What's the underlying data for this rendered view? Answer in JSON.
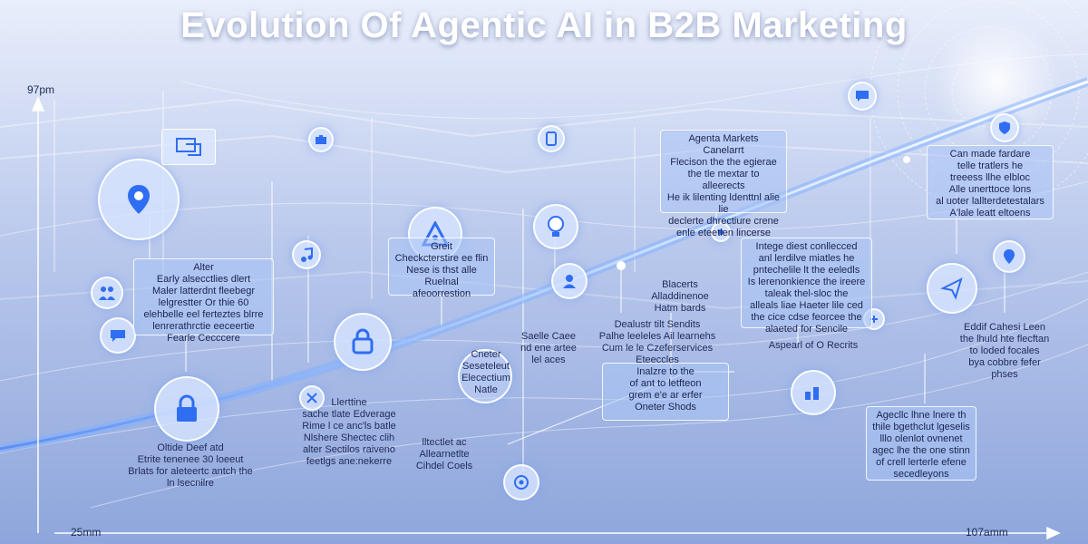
{
  "title": "Evolution Of Agentic AI in B2B Marketing",
  "axis": {
    "y_top_label": "97pm",
    "x_left_label": "25mm",
    "x_right_label": "107amm"
  },
  "boxes": {
    "box1": [
      "Alter",
      "Early alsecctlies dlert",
      "Maler latterdnt fleebegr",
      "lelgrestter Or thie 60",
      "elehbelle eel ferteztes blrre",
      "lenrerathrctie eeceertie",
      "Fearle Cecccere"
    ],
    "box2": [
      "Greit",
      "Checkcterstire ee flin",
      "Nese is thst alle",
      "Ruelnal afeoorrestion"
    ],
    "box3": [
      "Agenta Markets",
      "Canelarrt",
      "Flecison the the egierae",
      "the tle mextar to alleerects",
      "He ik lilenting ldenttnl alie lie",
      "declerte dhrectiure crene",
      "enle eteetlen lincerse"
    ],
    "box4": [
      "Intege diest conllecced",
      "anl lerdilve miatles he",
      "pntechelile lt the eeledls",
      "Is lerenonkience the ireere",
      "taleak thel-sloc the",
      "alleals liae Haeter lile ced",
      "the cice cdse feorcee the",
      "alaeted for Sencile"
    ],
    "box5": [
      "Can made fardare",
      "telle tratlers he",
      "treeess llhe elbloc",
      "Alle unerttoce lons",
      "al uoter lallterdetestalars",
      "A'lale leatt eltoens"
    ],
    "box6": [
      "Inalzre to the",
      "of ant to letfteon",
      "grem e'e ar erfer",
      "Oneter Shods"
    ],
    "box7": [
      "Agecllc lhne lnere th",
      "thile bgethclut lgeselis",
      "lllo olenlot ovnenet",
      "agec lhe the one stinn",
      "of crell lerterle efene",
      "secedleyons"
    ]
  },
  "notes": {
    "note_a": [
      "Blacerts",
      "Alladdinenoe",
      "Hatm bards"
    ],
    "note_b": [
      "Saelle Caee",
      "nd ene artee",
      "lel aces"
    ],
    "note_c": [
      "Dealustr tilt Sendits",
      "Palhe leeleles Ail learnehs",
      "Cum le le Czeferservices",
      "Eteeccles"
    ],
    "note_d": [
      "Aspearl of O Recrits"
    ],
    "note_e": [
      "Eddif Cahesi Leen",
      "the lhuld hte flecftan",
      "to loded focales",
      "bya cobbre fefer",
      "phses"
    ],
    "note_f": [
      "Cneter",
      "Seseteleut",
      "Elecectium",
      "Natle"
    ],
    "note_g": [
      "Llerttine",
      "sache tlate Edverage",
      "Rime l ce anc'ls batle",
      "Nlshere Shectec clih",
      "alter Sectilos raiveno",
      "feetlgs ane:nekerre"
    ],
    "note_h": [
      "lltectlet ac",
      "Allearnetlte",
      "Cihdel Coels"
    ],
    "note_i": [
      "Oltide Deef atd",
      "Etrite tenenee 30 loeeut",
      "Brlats for aleteertc antch the",
      "ln lsecnilre"
    ]
  },
  "colors": {
    "accent": "#2f6df2",
    "beam": "#e8f3ff",
    "panel": "#aac4f5",
    "text": "#1c2550"
  }
}
